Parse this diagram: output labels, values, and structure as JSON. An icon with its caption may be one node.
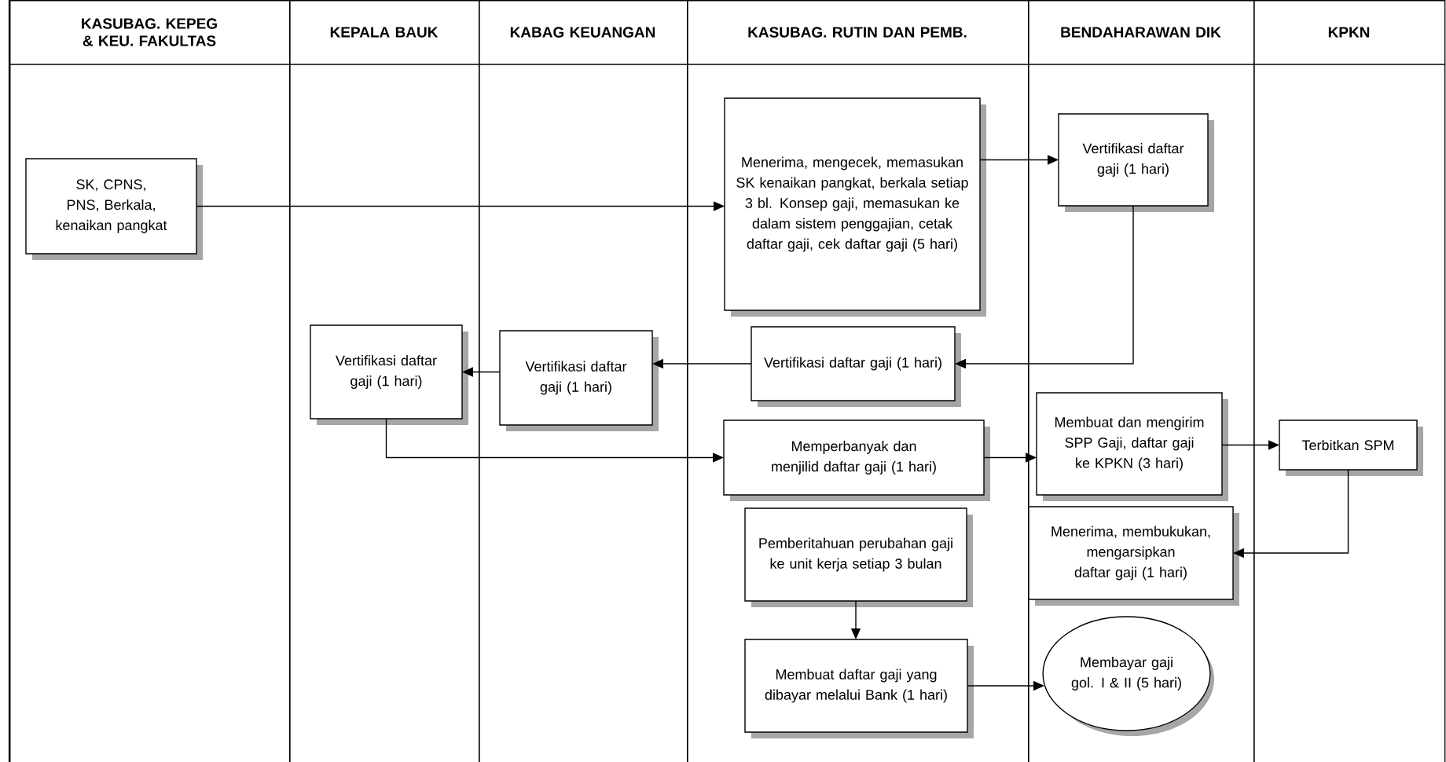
{
  "diagram": {
    "nodes": [
      {
        "text": [
          "KASUBAG. KEPEG & KEU. FAKULTAS"
        ]
      },
      {
        "text": [
          "KEPALA BAUK"
        ]
      },
      {
        "text": [
          "KABAG KEUANGAN"
        ]
      },
      {
        "text": [
          "KASUBAG. RUTIN DAN PEMB."
        ]
      },
      {
        "text": [
          "BENDAHARAWAN DIK"
        ]
      },
      {
        "text": [
          "KPKN"
        ]
      },
      {
        "text": [
          "SK, CPNS, PNS, Berkala, kenaikan pangkat"
        ],
        "in": 0
      },
      {
        "text": [
          "Menerima, mengecek, memasukan SK kenaikan pangkat, berkala setiap 3 bl. Konsep gaji, memasukan ke dalam sistem penggajian, cetak daftar gaji, cek daftar gaji (5 hari)"
        ],
        "in": 3
      },
      {
        "text": [
          "Vertifikasi daftar gaji (1 hari)"
        ],
        "in": 4
      },
      {
        "text": [
          "Vertifikasi daftar gaji (1 hari)"
        ],
        "in": 3
      },
      {
        "text": [
          "Vertifikasi daftar gaji (1 hari)"
        ],
        "in": 1
      },
      {
        "text": [
          "Vertifikasi daftar gaji (1 hari)"
        ],
        "in": 2
      },
      {
        "text": [
          "Memperbanyak dan menjilid daftar gaji (1 hari)"
        ],
        "in": 3
      },
      {
        "text": [
          "Membuat dan mengirim SPP Gaji, daftar gaji ke KPKN (3 hari)"
        ],
        "in": 4
      },
      {
        "text": [
          "Terbitkan SPM"
        ],
        "in": 5
      },
      {
        "text": [
          "Menerima, membukukan, mengarsipkan daftar gaji (1 hari)"
        ],
        "in": 4
      },
      {
        "text": [
          "Pemberitahuan perubahan gaji ke unit kerja setiap 3 bulan"
        ],
        "in": 3
      },
      {
        "text": [
          "Membuat daftar gaji yang dibayar melalui Bank (1 hari)"
        ],
        "in": 3
      },
      {
        "text": [
          "Membayar gaji gol. I & II (5 hari)"
        ],
        "in": 4
      }
    ],
    "edges": [
      {
        "from": 6,
        "to": 7,
        "arrow": "to"
      },
      {
        "from": 7,
        "to": 8,
        "arrow": "to"
      },
      {
        "from": 8,
        "to": 9,
        "arrow": "to"
      },
      {
        "from": 9,
        "to": 11,
        "arrow": "to"
      },
      {
        "from": 11,
        "to": 10,
        "arrow": "to"
      },
      {
        "from": 10,
        "to": 12,
        "arrow": "to"
      },
      {
        "from": 12,
        "to": 13,
        "arrow": "to"
      },
      {
        "from": 13,
        "to": 14,
        "arrow": "to"
      },
      {
        "from": 14,
        "to": 15,
        "arrow": "to"
      },
      {
        "from": 16,
        "to": 17,
        "arrow": "to"
      },
      {
        "from": 17,
        "to": 18,
        "arrow": "to"
      }
    ]
  }
}
